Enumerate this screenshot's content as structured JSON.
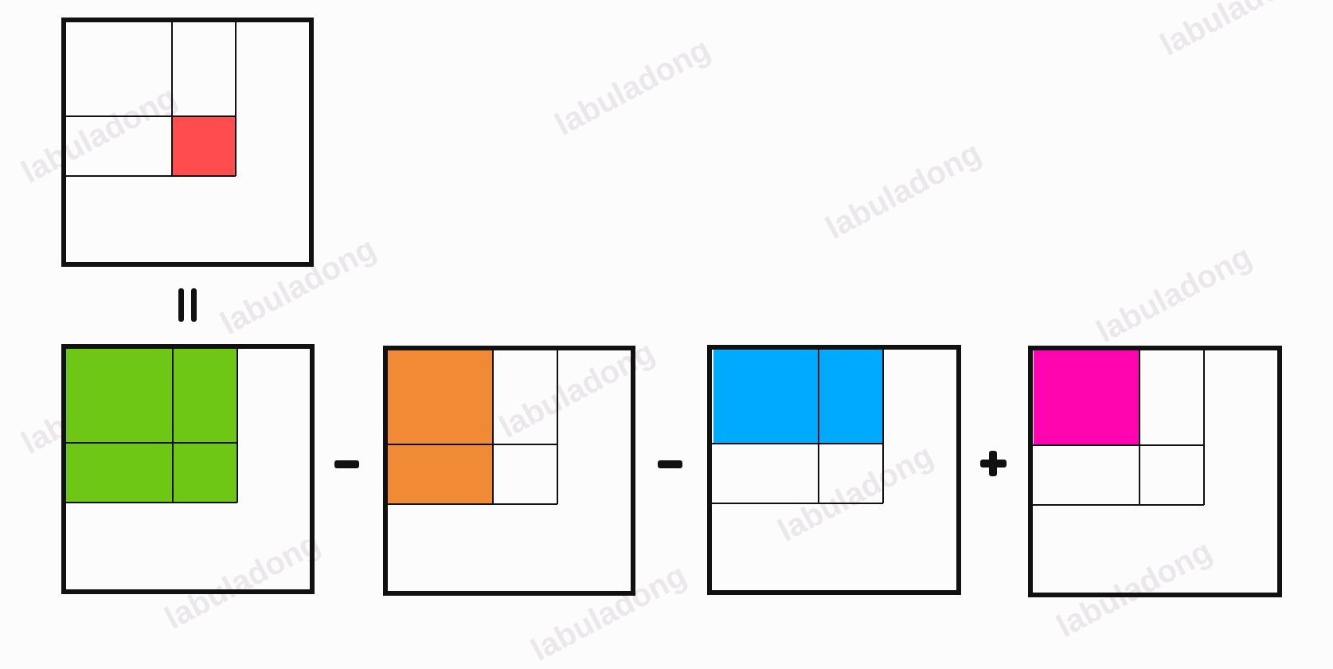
{
  "watermark_text": "labuladong",
  "operators": {
    "equals": "=",
    "minus_1": "−",
    "minus_2": "−",
    "plus": "+"
  },
  "colors": {
    "target_cell": "#ff4d4f",
    "green": "#6ec615",
    "orange": "#f08a34",
    "blue": "#00aaff",
    "magenta": "#ff05b0",
    "stroke": "#111111",
    "background": "#fdfcfd"
  },
  "diagram": {
    "target_box": {
      "highlight": "target_cell",
      "description_cells": "cell (row 2, col 2) of a 2x2 corner grid"
    },
    "terms": [
      {
        "id": "green-box",
        "fill": "green",
        "region": "rows 1-2, cols 1-2"
      },
      {
        "id": "orange-box",
        "fill": "orange",
        "region": "rows 1-2, col 1"
      },
      {
        "id": "blue-box",
        "fill": "blue",
        "region": "row 1, cols 1-2"
      },
      {
        "id": "magenta-box",
        "fill": "magenta",
        "region": "row 1, col 1"
      }
    ]
  }
}
